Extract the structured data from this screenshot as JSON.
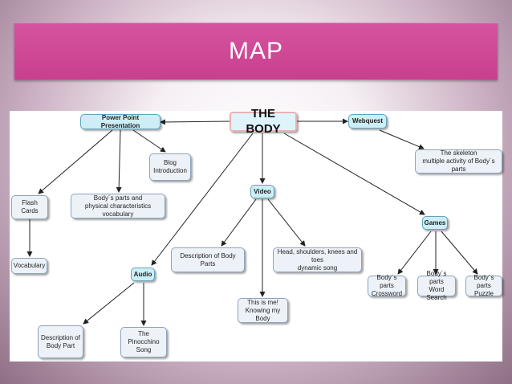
{
  "slide": {
    "title": "MAP"
  },
  "colors": {
    "banner": "#cc4592",
    "hub_fill": "#cdeef6",
    "leaf_fill": "#edf2f8",
    "arrow": "#222222"
  },
  "diagram": {
    "root": "THE BODY",
    "hubs": {
      "ppt": "Power Point Presentation",
      "webquest": "Webquest",
      "video": "Video",
      "audio": "Audio",
      "games": "Games"
    },
    "leaves": {
      "blog": "Blog\nIntroduction",
      "flash_cards": "Flash Cards",
      "vocab_desc": "Body´s parts and\nphysical characteristics vocabulary",
      "vocabulary": "Vocabulary",
      "skeleton": "The skeleton\nmultiple activity of Body´s parts",
      "desc_body_parts": "Description of Body Parts",
      "head_shoulders": "Head, shoulders, knees and toes\ndynamic song",
      "this_is_me": "This is me!\nKnowing my Body",
      "desc_body_part": "Description of\nBody Part",
      "pinocchio": "The Pinocchino\nSong",
      "crossword": "Body´s parts\nCrossword",
      "word_search": "Body´s parts\nWord Search",
      "puzzle": "Body´s parts\nPuzzle"
    }
  }
}
